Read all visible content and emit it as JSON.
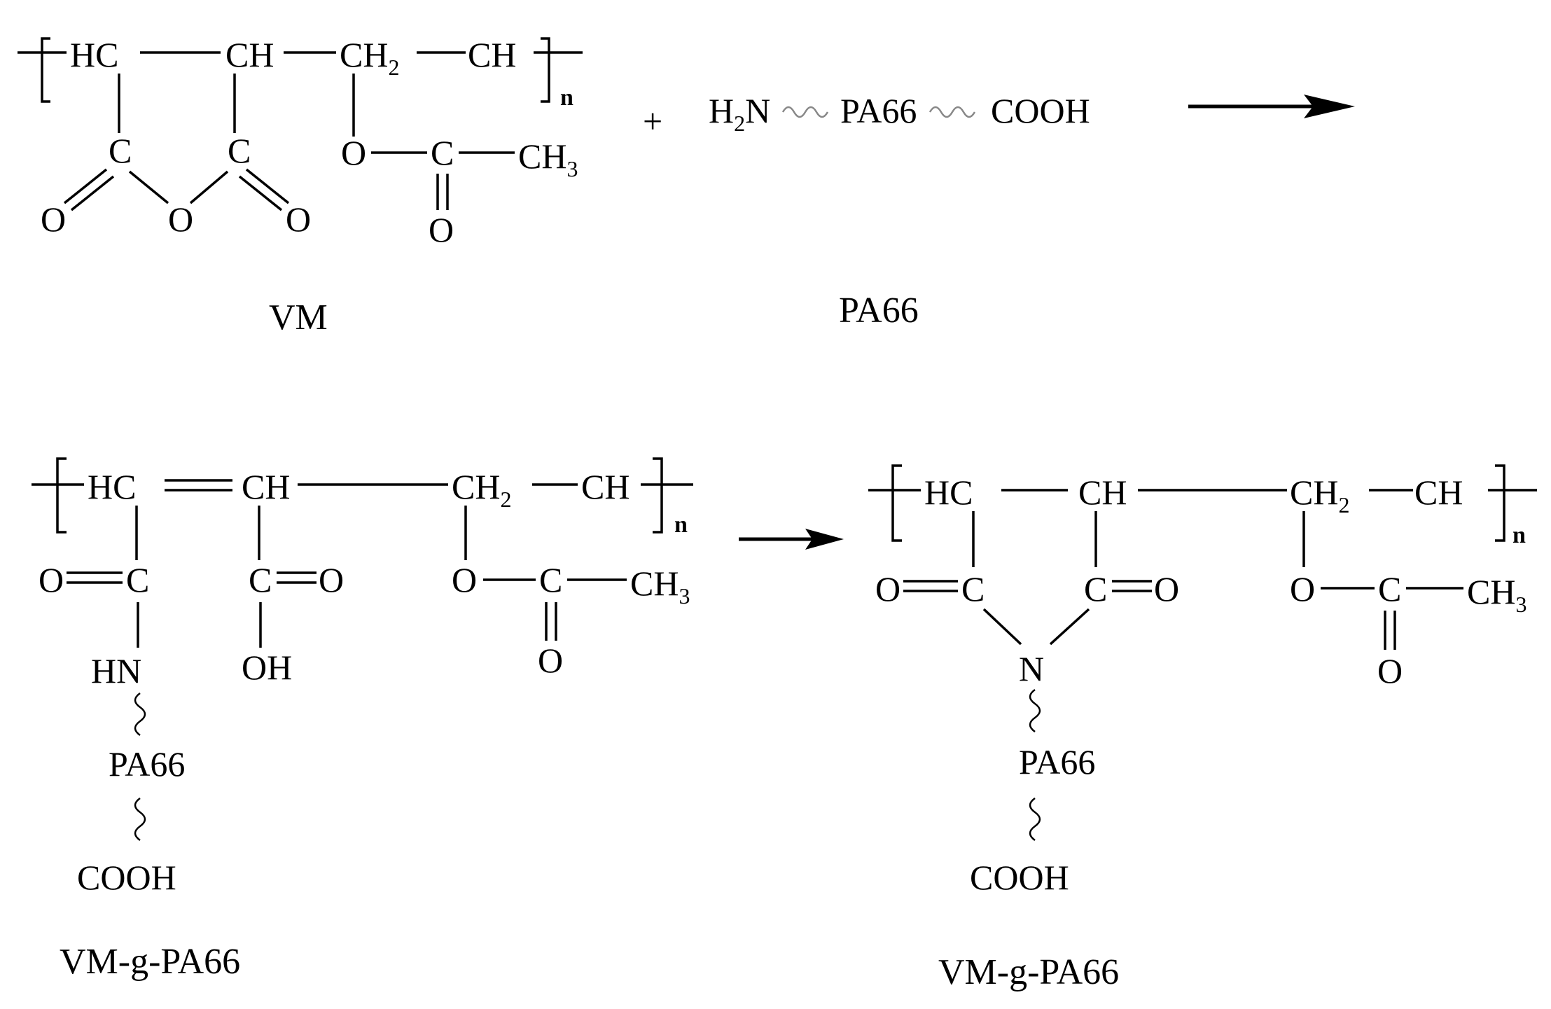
{
  "atoms": {
    "HC": "HC",
    "CH": "CH",
    "CH2_main": "CH",
    "two": "2",
    "three": "3",
    "CH3_main": "CH",
    "C": "C",
    "O": "O",
    "N": "N",
    "HN": "HN",
    "OH": "OH",
    "H": "H",
    "COOH": "COOH",
    "n": "n",
    "plus": "+"
  },
  "reactants": {
    "vm_label": "VM",
    "pa66_label": "PA66",
    "pa66_amine_main": "H",
    "pa66_amine_sub": "2",
    "pa66_amine_N": "N",
    "pa66_mid": "PA66",
    "pa66_end": "COOH"
  },
  "products": {
    "amide_acid_label": "VM-g-PA66",
    "imide_label": "VM-g-PA66",
    "graft_chain": "PA66",
    "graft_end": "COOH"
  }
}
